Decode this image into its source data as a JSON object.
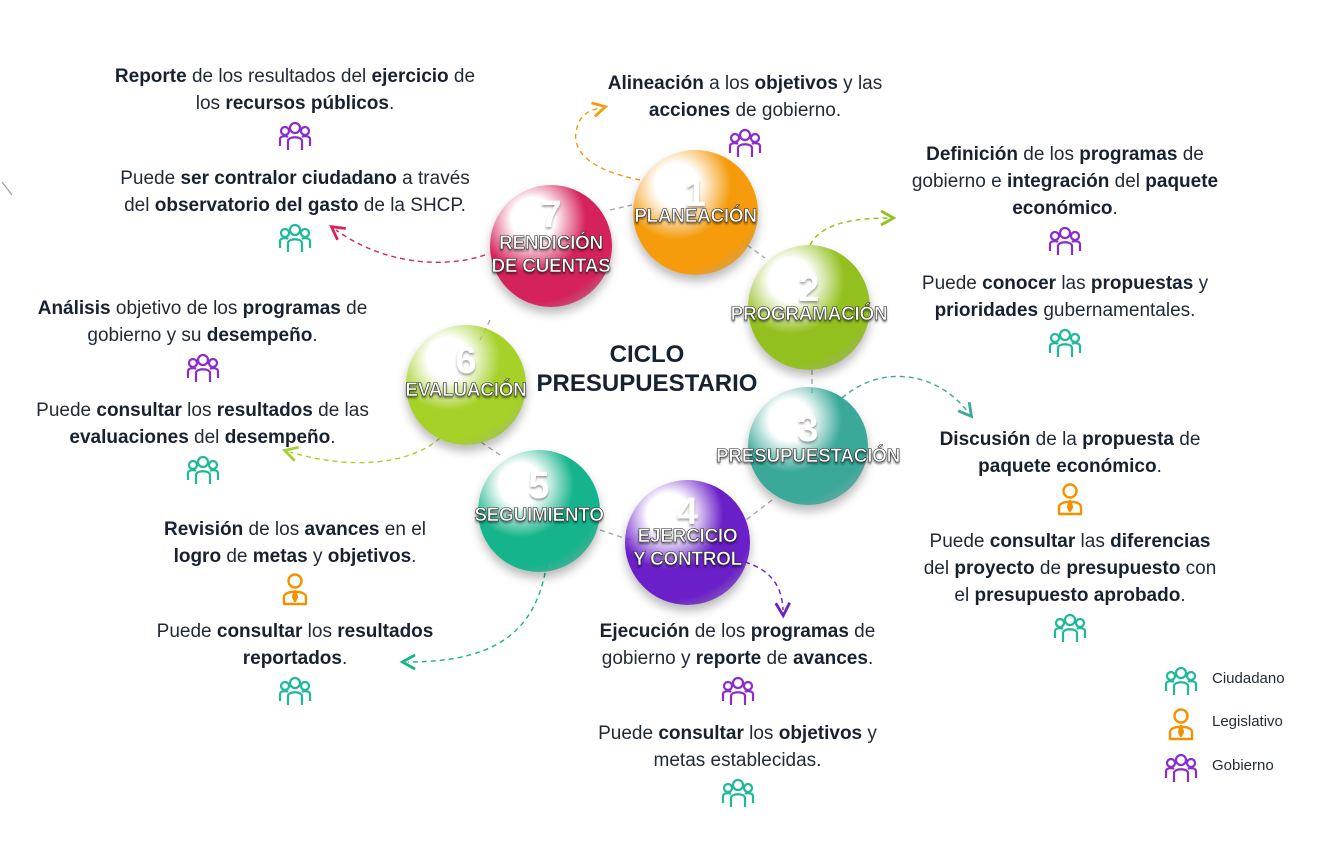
{
  "title": [
    "CICLO",
    "PRESUPUESTARIO"
  ],
  "colors": {
    "ciudadano": "#1fb89a",
    "legislativo": "#f39200",
    "gobierno": "#8a2ccd"
  },
  "stages": [
    {
      "number": "1",
      "label": [
        "PLANEACIÓN"
      ],
      "color": "#f59b0c"
    },
    {
      "number": "2",
      "label": [
        "PROGRAMACIÓN"
      ],
      "color": "#93c01f"
    },
    {
      "number": "3",
      "label": [
        "PRESUPUESTACIÓN"
      ],
      "color": "#3aa99a"
    },
    {
      "number": "4",
      "label": [
        "EJERCICIO",
        "Y CONTROL"
      ],
      "color": "#6a1fc9"
    },
    {
      "number": "5",
      "label": [
        "SEGUIMIENTO"
      ],
      "color": "#16b48c"
    },
    {
      "number": "6",
      "label": [
        "EVALUACIÓN"
      ],
      "color": "#a5d128"
    },
    {
      "number": "7",
      "label": [
        "RENDICIÓN",
        "DE CUENTAS"
      ],
      "color": "#d6225a"
    }
  ],
  "descriptions": {
    "s1": {
      "line1": [
        [
          "b",
          "Alineación"
        ],
        [
          "t",
          " a los "
        ],
        [
          "b",
          "objetivos"
        ],
        [
          "t",
          " y las"
        ]
      ],
      "line2": [
        [
          "b",
          "acciones"
        ],
        [
          "t",
          " de gobierno."
        ]
      ]
    },
    "s2": {
      "line1": [
        [
          "b",
          "Definición"
        ],
        [
          "t",
          " de los "
        ],
        [
          "b",
          "programas"
        ],
        [
          "t",
          " de"
        ]
      ],
      "line2": [
        [
          "t",
          "gobierno e "
        ],
        [
          "b",
          "integración"
        ],
        [
          "t",
          " del "
        ],
        [
          "b",
          "paquete"
        ]
      ],
      "line3": [
        [
          "b",
          "económico"
        ],
        [
          "t",
          "."
        ]
      ],
      "line4": [
        [
          "t",
          "Puede "
        ],
        [
          "b",
          "conocer"
        ],
        [
          "t",
          " las "
        ],
        [
          "b",
          "propuestas"
        ],
        [
          "t",
          " y"
        ]
      ],
      "line5": [
        [
          "b",
          "prioridades"
        ],
        [
          "t",
          " gubernamentales."
        ]
      ]
    },
    "s3": {
      "line1": [
        [
          "b",
          "Discusión"
        ],
        [
          "t",
          " de la "
        ],
        [
          "b",
          "propuesta"
        ],
        [
          "t",
          " de"
        ]
      ],
      "line2": [
        [
          "b",
          "paquete económico"
        ],
        [
          "t",
          "."
        ]
      ],
      "line3": [
        [
          "t",
          "Puede "
        ],
        [
          "b",
          "consultar"
        ],
        [
          "t",
          " las "
        ],
        [
          "b",
          "diferencias"
        ]
      ],
      "line4": [
        [
          "t",
          "del "
        ],
        [
          "b",
          "proyecto"
        ],
        [
          "t",
          " de "
        ],
        [
          "b",
          "presupuesto"
        ],
        [
          "t",
          " con"
        ]
      ],
      "line5": [
        [
          "t",
          "el "
        ],
        [
          "b",
          "presupuesto aprobado"
        ],
        [
          "t",
          "."
        ]
      ]
    },
    "s4": {
      "line1": [
        [
          "b",
          "Ejecución"
        ],
        [
          "t",
          " de los "
        ],
        [
          "b",
          "programas"
        ],
        [
          "t",
          " de"
        ]
      ],
      "line2": [
        [
          "t",
          "gobierno y "
        ],
        [
          "b",
          "reporte"
        ],
        [
          "t",
          " de "
        ],
        [
          "b",
          "avances"
        ],
        [
          "t",
          "."
        ]
      ],
      "line3": [
        [
          "t",
          "Puede "
        ],
        [
          "b",
          "consultar"
        ],
        [
          "t",
          " los "
        ],
        [
          "b",
          "objetivos"
        ],
        [
          "t",
          " y"
        ]
      ],
      "line4": [
        [
          "t",
          "metas establecidas."
        ]
      ]
    },
    "s5": {
      "line1": [
        [
          "b",
          "Revisión"
        ],
        [
          "t",
          " de los "
        ],
        [
          "b",
          "avances"
        ],
        [
          "t",
          " en el"
        ]
      ],
      "line2": [
        [
          "b",
          "logro"
        ],
        [
          "t",
          " de "
        ],
        [
          "b",
          "metas"
        ],
        [
          "t",
          " y "
        ],
        [
          "b",
          "objetivos"
        ],
        [
          "t",
          "."
        ]
      ],
      "line3": [
        [
          "t",
          "Puede "
        ],
        [
          "b",
          "consultar"
        ],
        [
          "t",
          " los "
        ],
        [
          "b",
          "resultados"
        ]
      ],
      "line4": [
        [
          "b",
          "reportados"
        ],
        [
          "t",
          "."
        ]
      ]
    },
    "s6": {
      "line1": [
        [
          "b",
          "Análisis"
        ],
        [
          "t",
          " objetivo de los "
        ],
        [
          "b",
          "programas"
        ],
        [
          "t",
          " de"
        ]
      ],
      "line2": [
        [
          "t",
          "gobierno y su "
        ],
        [
          "b",
          "desempeño"
        ],
        [
          "t",
          "."
        ]
      ],
      "line3": [
        [
          "t",
          "Puede "
        ],
        [
          "b",
          "consultar"
        ],
        [
          "t",
          " los "
        ],
        [
          "b",
          "resultados"
        ],
        [
          "t",
          " de las"
        ]
      ],
      "line4": [
        [
          "b",
          "evaluaciones"
        ],
        [
          "t",
          " del "
        ],
        [
          "b",
          "desempeño"
        ],
        [
          "t",
          "."
        ]
      ]
    },
    "s7": {
      "line1": [
        [
          "b",
          "Reporte"
        ],
        [
          "t",
          " de los resultados  del "
        ],
        [
          "b",
          "ejercicio"
        ],
        [
          "t",
          " de"
        ]
      ],
      "line2": [
        [
          "t",
          "los "
        ],
        [
          "b",
          "recursos públicos"
        ],
        [
          "t",
          "."
        ]
      ],
      "line3": [
        [
          "t",
          "Puede "
        ],
        [
          "b",
          "ser contralor ciudadano"
        ],
        [
          "t",
          " a través"
        ]
      ],
      "line4": [
        [
          "t",
          "del "
        ],
        [
          "b",
          "observatorio del gasto"
        ],
        [
          "t",
          " de la SHCP."
        ]
      ]
    }
  },
  "legend": [
    {
      "label": "Ciudadano",
      "icon": "group-icon-ciudadano"
    },
    {
      "label": "Legislativo",
      "icon": "person-icon-legislativo"
    },
    {
      "label": "Gobierno",
      "icon": "group-icon-gobierno"
    }
  ]
}
